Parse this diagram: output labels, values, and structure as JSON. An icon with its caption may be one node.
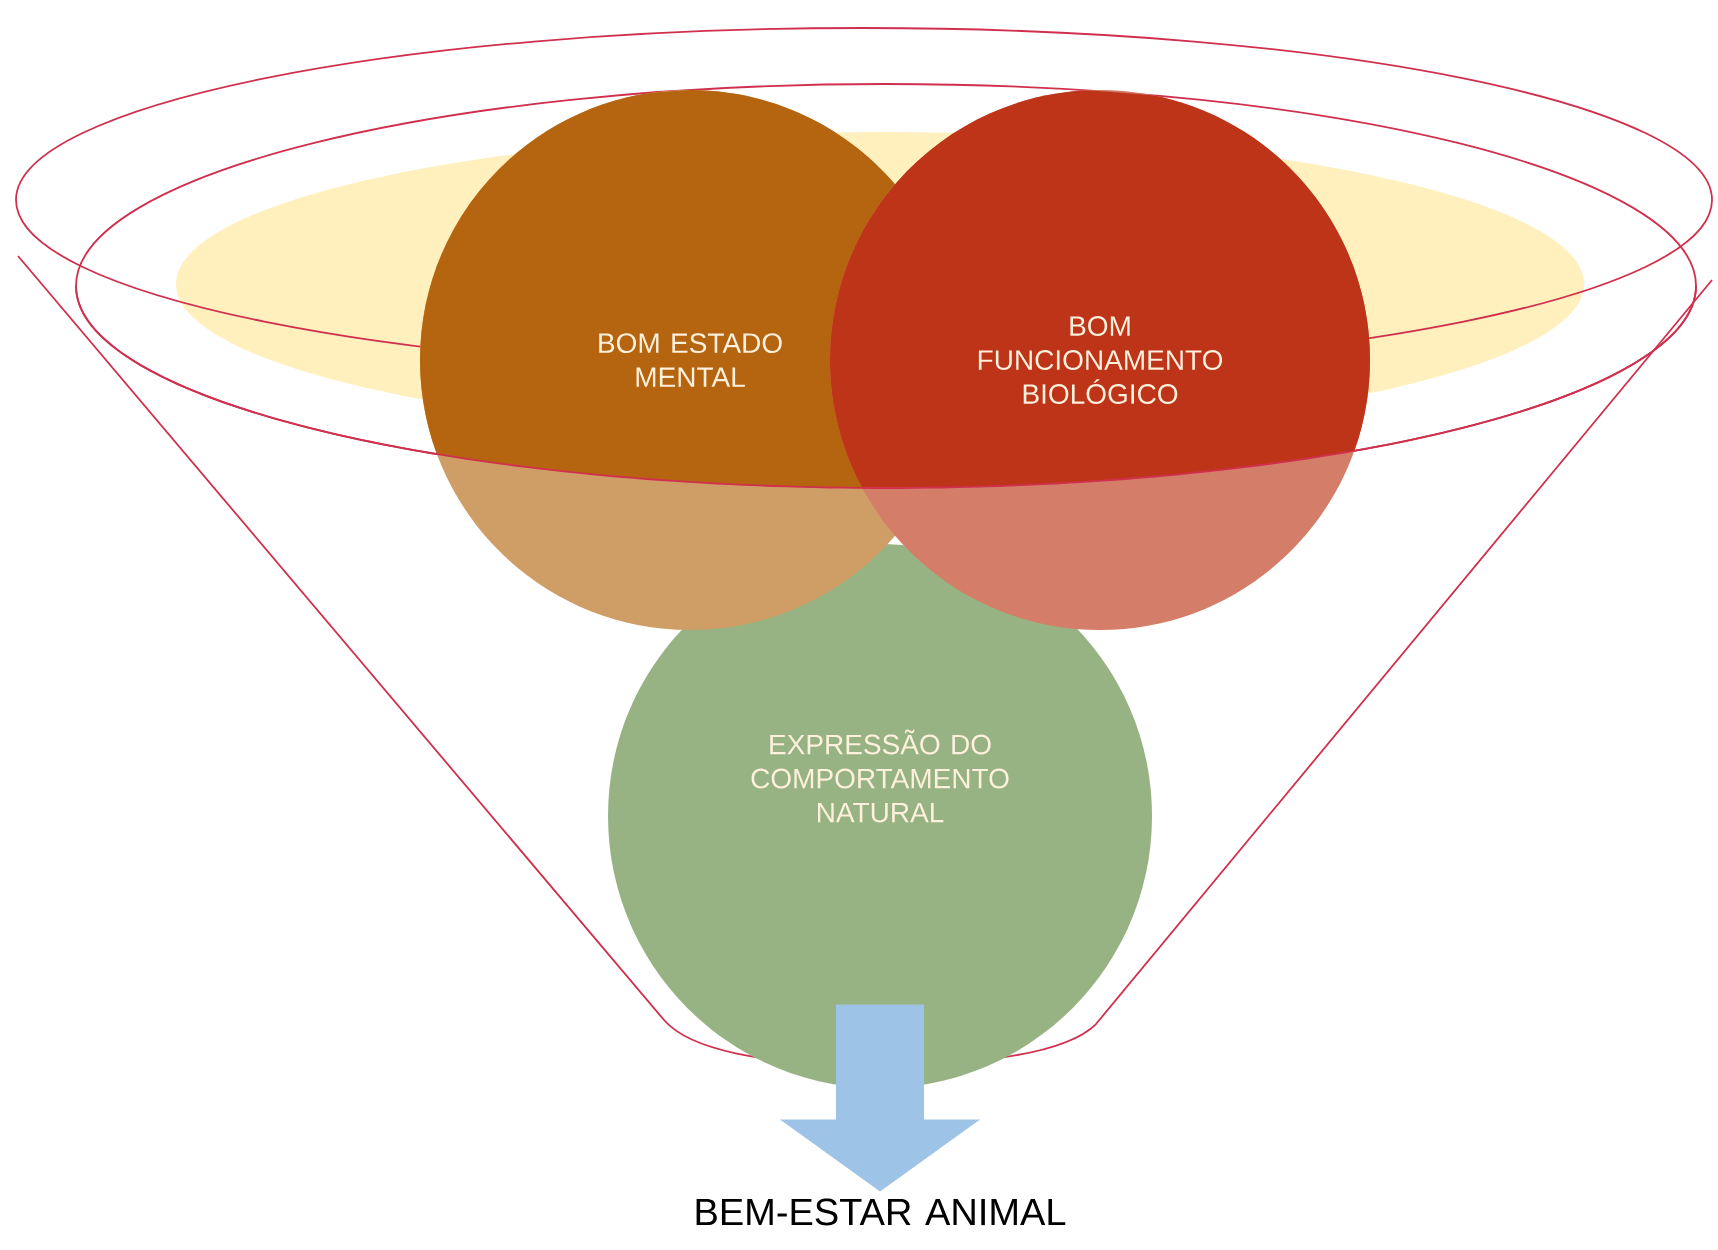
{
  "diagram": {
    "nodes": [
      {
        "text": [
          "BOM ESTADO MENTAL"
        ]
      },
      {
        "text": [
          "BOM FUNCIONAMENTO BIOLÓGICO"
        ]
      },
      {
        "text": [
          "EXPRESSÃO DO COMPORTAMENTO NATURAL"
        ]
      },
      {
        "text": [
          "BEM-ESTAR ANIMAL"
        ]
      }
    ],
    "edges": [
      {
        "from": 2,
        "to": 3,
        "arrow": "to"
      }
    ]
  }
}
